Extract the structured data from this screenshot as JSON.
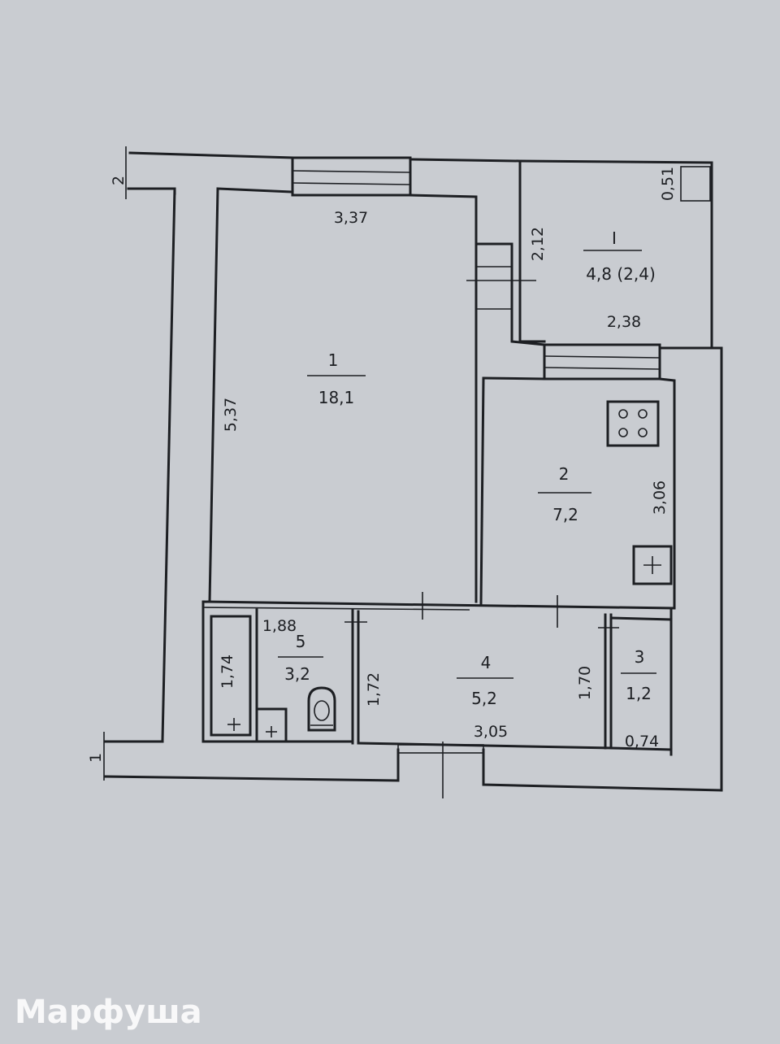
{
  "rooms": [
    {
      "id": "1",
      "number": "1",
      "area": "18,1"
    },
    {
      "id": "2",
      "number": "2",
      "area": "7,2"
    },
    {
      "id": "3",
      "number": "3",
      "area": "1,2"
    },
    {
      "id": "4",
      "number": "4",
      "area": "5,2"
    },
    {
      "id": "5",
      "number": "5",
      "area": "3,2"
    },
    {
      "id": "balcony",
      "number": "I",
      "area": "4,8 (2,4)"
    }
  ],
  "dimensions": {
    "room1_width": "3,37",
    "room1_length": "5,37",
    "balcony_height": "2,12",
    "balcony_width": "2,38",
    "balcony_niche": "0,51",
    "room2_length": "3,06",
    "room5_width": "1,88",
    "bath_length": "1,74",
    "room5_depth": "1,72",
    "room4_width": "3,05",
    "room3_depth": "1,70",
    "room3_width": "0,74"
  },
  "wall_marks": {
    "top": "2",
    "bottom": "1"
  },
  "watermark": "Марфуша"
}
